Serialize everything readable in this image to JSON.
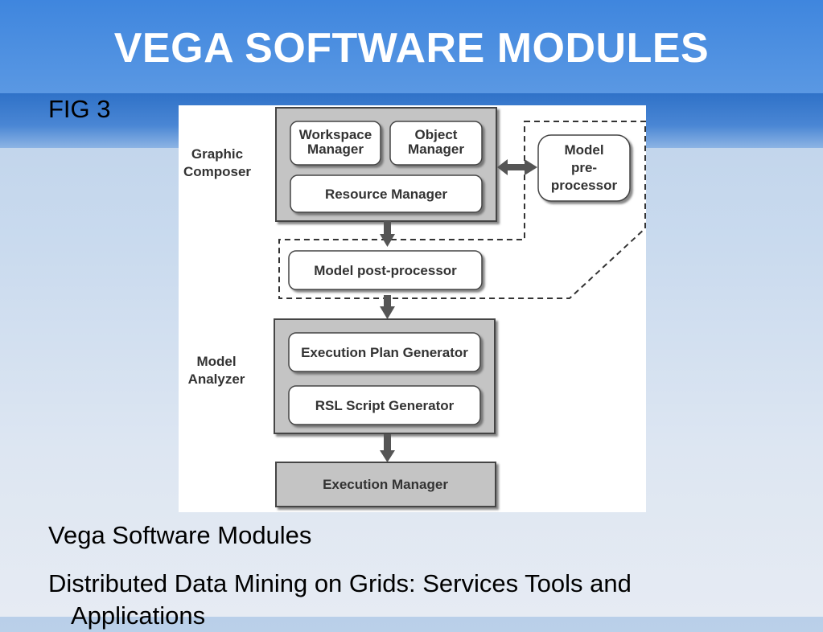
{
  "slide": {
    "title": "VEGA SOFTWARE MODULES",
    "fig_label": "FIG 3",
    "caption_1": "Vega Software Modules",
    "caption_2_line1": "Distributed Data Mining on Grids: Services Tools and",
    "caption_2_line2": "Applications"
  },
  "diagram": {
    "group_graphic_composer": [
      "Graphic",
      "Composer"
    ],
    "group_model_analyzer": [
      "Model",
      "Analyzer"
    ],
    "workspace_manager": [
      "Workspace",
      "Manager"
    ],
    "object_manager": [
      "Object",
      "Manager"
    ],
    "resource_manager": "Resource Manager",
    "model_preprocessor": [
      "Model",
      "pre-",
      "processor"
    ],
    "model_postprocessor": "Model post-processor",
    "execution_plan_generator": "Execution Plan Generator",
    "rsl_script_generator": "RSL Script Generator",
    "execution_manager": "Execution Manager"
  }
}
